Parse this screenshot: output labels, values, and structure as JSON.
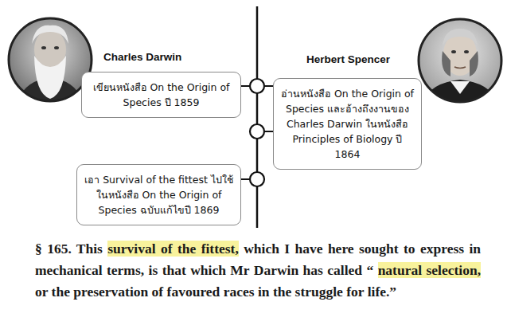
{
  "diagram": {
    "nodes": [
      {
        "text": [
          "Charles Darwin",
          "เขียนหนังสือ On the Origin of Species ปี 1859"
        ]
      },
      {
        "text": [
          "Herbert Spencer",
          "อ่านหนังสือ On the Origin of Species และอ้างถึงงานของ Charles Darwin ในหนังสือ Principles of Biology ปี 1864"
        ]
      },
      {
        "text": [
          "เอา Survival of the fittest ไปใช้ ในหนังสือ On the Origin of Species ฉบับแก้ไขปี 1869"
        ]
      }
    ],
    "labels": [
      "§ 165. This",
      "survival of the fittest,",
      "which I have here sought to express in mechanical terms, is that which Mr Darwin has called “",
      "natural selection,",
      "or the preservation of favoured races in the struggle for life.”"
    ]
  }
}
